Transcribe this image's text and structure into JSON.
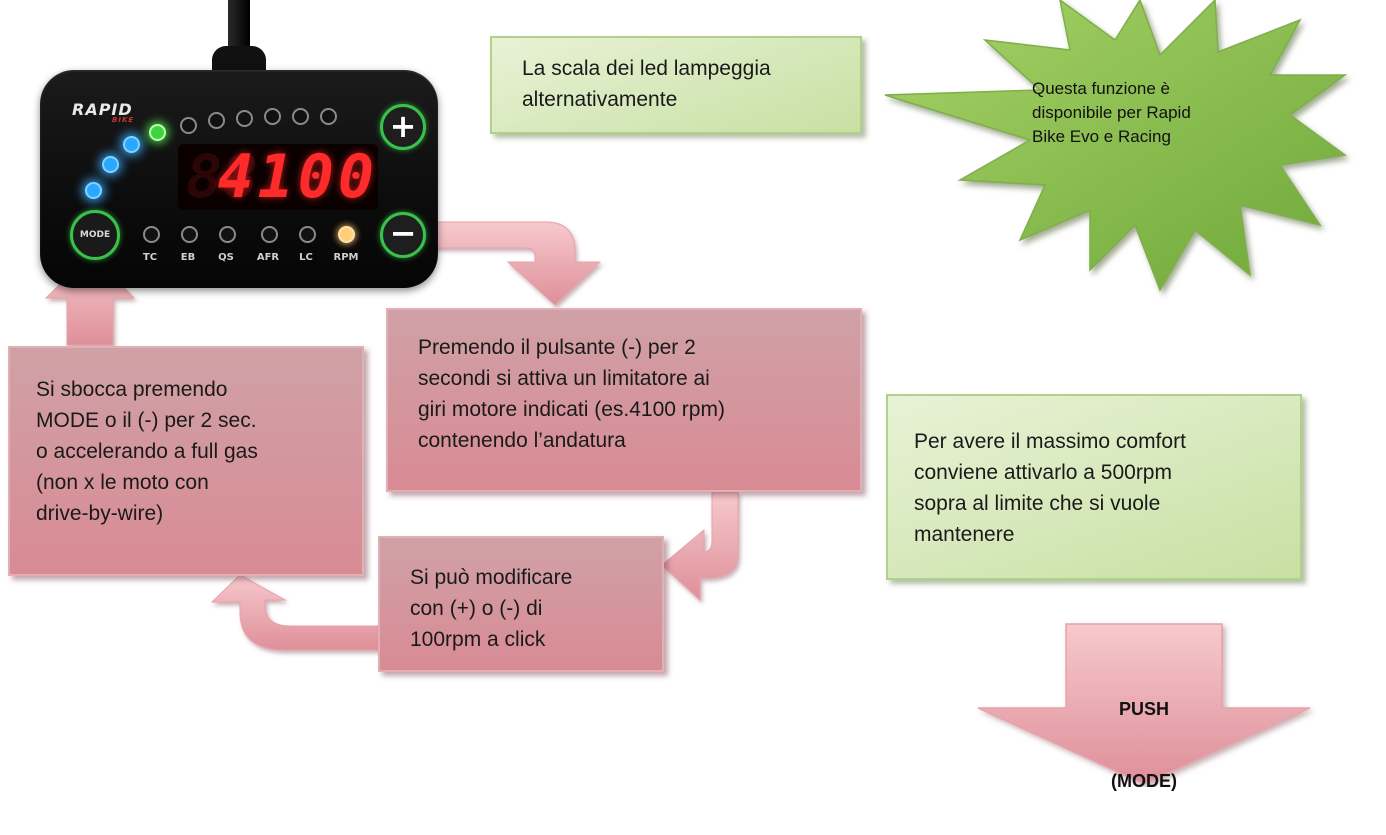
{
  "device": {
    "logo": "RAPID",
    "logo_sub": "BIKE",
    "display_value": "4100",
    "display_ghost": "88",
    "plus_label": "+",
    "minus_label": "−",
    "mode_label": "MODE",
    "indicator_labels": [
      "TC",
      "EB",
      "QS",
      "AFR",
      "LC",
      "RPM"
    ]
  },
  "notes": {
    "led_blink": "La scala dei led lampeggia\nalternativamente",
    "availability": "Questa funzione è\ndisponibile per  Rapid\nBike Evo e Racing",
    "press_minus": " Premendo il pulsante (-) per 2\nsecondi si attiva un limitatore ai\ngiri motore indicati (es.4100 rpm)\ncontenendo l’andatura",
    "unlock": " Si sbocca premendo\nMODE o il (-) per 2 sec.\no accelerando a full gas\n(non x le moto con\ndrive-by-wire)",
    "modify": " Si può modificare\ncon (+) o (-) di\n100rpm a click",
    "comfort": "Per avere il massimo comfort\nconviene attivarlo a 500rpm\nsopra al limite che si vuole\nmantenere"
  },
  "push": {
    "line1": "PUSH",
    "line2": "(MODE)"
  },
  "colors": {
    "green_box": "#c7e0a3",
    "red_box": "#d98b94",
    "star": "#8cc24a",
    "arrow": "#e6a3aa"
  }
}
